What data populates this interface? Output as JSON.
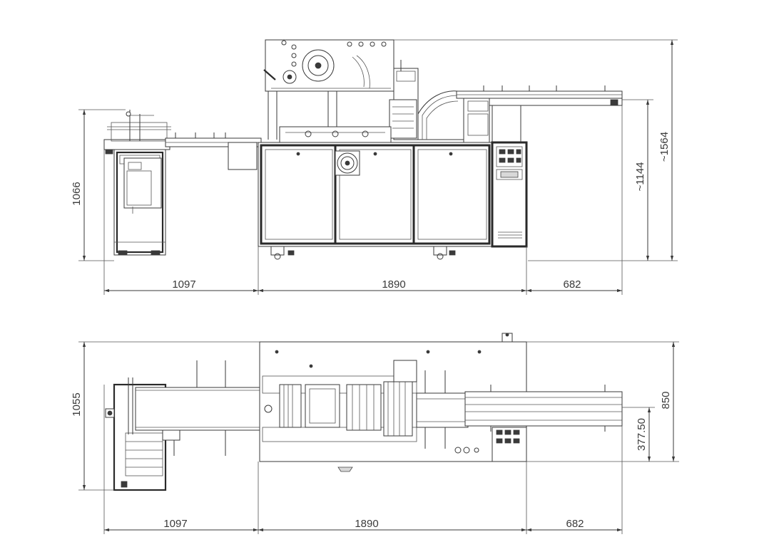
{
  "dimensions": {
    "front_view": {
      "height_left": "1066",
      "height_mid": "~1144",
      "height_total": "~1564",
      "width_left": "1097",
      "width_center": "1890",
      "width_right": "682"
    },
    "top_view": {
      "depth_left": "1055",
      "depth_total": "850",
      "offset": "377.50",
      "width_left": "1097",
      "width_center": "1890",
      "width_right": "682"
    }
  }
}
